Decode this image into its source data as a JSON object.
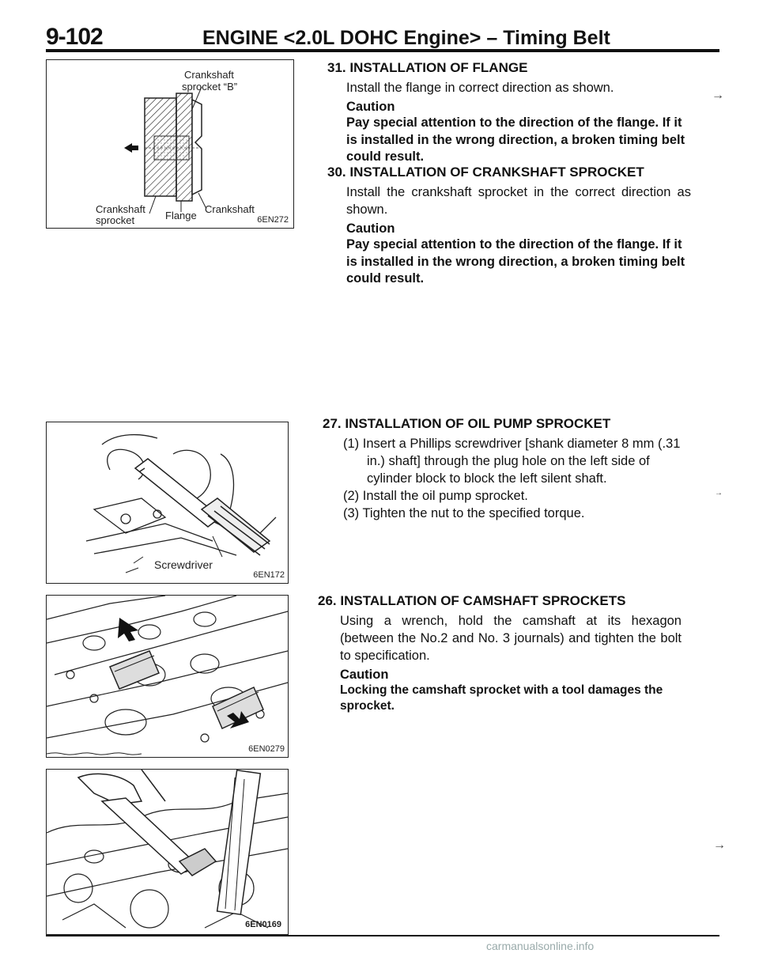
{
  "header": {
    "page_number": "9-102",
    "title": "ENGINE <2.0L DOHC Engine> – Timing Belt"
  },
  "figures": {
    "fig1": {
      "code": "6EN272",
      "label_top_1": "Crankshaft",
      "label_top_2": "sprocket “B”",
      "label_bl_1": "Crankshaft",
      "label_bl_2": "sprocket",
      "label_flange": "Flange",
      "label_crankshaft": "Crankshaft"
    },
    "fig2": {
      "code": "6EN172",
      "label_screwdriver": "Screwdriver"
    },
    "fig3": {
      "code": "6EN0279"
    },
    "fig4": {
      "code": "6EN0169"
    }
  },
  "sections": {
    "s31": {
      "heading": "31. INSTALLATION OF FLANGE",
      "body": "Install the flange in correct direction as shown.",
      "caution_heading": "Caution",
      "caution_body": "Pay special attention to the direction of the flange. If it is installed in the wrong direction, a broken timing belt could result."
    },
    "s30": {
      "heading": "30. INSTALLATION OF CRANKSHAFT SPROCKET",
      "body": "Install the crankshaft sprocket in the correct direction as shown.",
      "caution_heading": "Caution",
      "caution_body": "Pay special attention to the direction of the flange. If it is installed in the wrong direction, a broken timing belt could result."
    },
    "s27": {
      "heading": "27. INSTALLATION OF OIL PUMP SPROCKET",
      "steps": [
        {
          "num": "(1)",
          "text": "Insert a Phillips screwdriver [shank diameter 8 mm (.31 in.) shaft] through the plug hole on the left side of cylinder block to block the left silent shaft."
        },
        {
          "num": "(2)",
          "text": "Install the oil pump sprocket."
        },
        {
          "num": "(3)",
          "text": "Tighten the nut to the specified torque."
        }
      ]
    },
    "s26": {
      "heading": "26. INSTALLATION OF CAMSHAFT SPROCKETS",
      "body": "Using a wrench, hold the camshaft at its hexagon (between the No.2 and No. 3 journals) and tighten the bolt to specification.",
      "caution_heading": "Caution",
      "caution_body": "Locking the camshaft sprocket with a tool damages the sprocket."
    }
  },
  "footer": {
    "watermark": "carmanualsonline.info"
  }
}
